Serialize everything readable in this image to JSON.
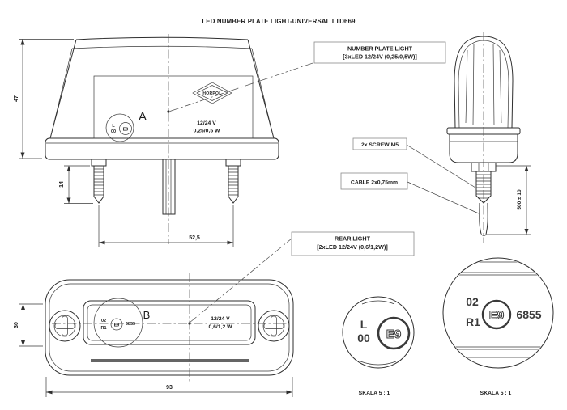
{
  "title": "LED NUMBER PLATE LIGHT-UNIVERSAL LTD669",
  "callouts": {
    "number_plate_light": {
      "line1": "NUMBER PLATE LIGHT",
      "line2": "[3xLED 12/24V (0,25/0,5W)]"
    },
    "rear_light": {
      "line1": "REAR LIGHT",
      "line2": "[2xLED 12/24V (0,6/1,2W)]"
    },
    "screw": "2x SCREW M5",
    "cable": "CABLE 2x0,75mm"
  },
  "front_view": {
    "label": "A",
    "stamp": {
      "line1": "L",
      "line2": "00",
      "mark": "E9"
    },
    "logo": "HORPOL",
    "voltage": "12/24 V",
    "power": "0,25/0,5 W"
  },
  "rear_view": {
    "label": "B",
    "stamp": {
      "line1": "02",
      "line2": "R1",
      "mark": "E9",
      "approval": "6855"
    },
    "voltage": "12/24 V",
    "power": "0,6/1,2 W"
  },
  "dimensions": {
    "height": "47",
    "screw_length": "14",
    "screw_spacing": "52,5",
    "rear_height": "30",
    "width": "93",
    "cable_length": "500 ± 10"
  },
  "details": {
    "left": {
      "line1": "L",
      "line2": "00",
      "mark": "E9",
      "scale": "SKALA 5 : 1"
    },
    "right": {
      "line1": "02",
      "line2": "R1",
      "mark": "E9",
      "approval": "6855",
      "scale": "SKALA 5 : 1"
    }
  },
  "colors": {
    "line": "#2e2e2e",
    "background": "#ffffff"
  }
}
